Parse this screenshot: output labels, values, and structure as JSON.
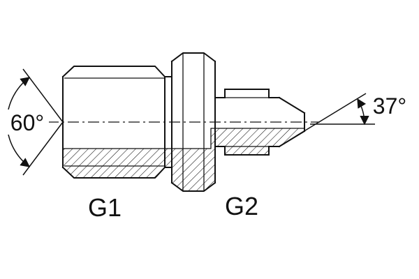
{
  "drawing": {
    "kind": "hydraulic-adapter-fitting-technical-drawing",
    "annotations": {
      "left_angle": "60°",
      "right_angle": "37°"
    },
    "labels": {
      "g1": "G1",
      "g2": "G2"
    },
    "colors": {
      "line": "#111111",
      "background": "#ffffff"
    }
  }
}
